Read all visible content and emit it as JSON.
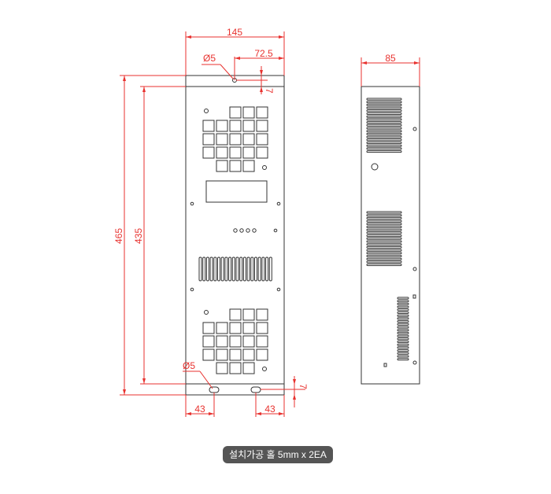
{
  "caption": "설치가공 홀 5mm x 2EA",
  "colors": {
    "dimension": "#e8322f",
    "outline": "#333333",
    "caption_bg": "#555555"
  },
  "dimensions": {
    "front_width": "145",
    "top_hole_offset": "72.5",
    "top_hole_diameter": "Ø5",
    "top_hole_depth": "7",
    "total_height": "465",
    "inner_height": "435",
    "bottom_hole_diameter": "Ø5",
    "bottom_hole_depth": "7",
    "bottom_left_offset": "43",
    "bottom_right_offset": "43",
    "side_depth": "85"
  }
}
